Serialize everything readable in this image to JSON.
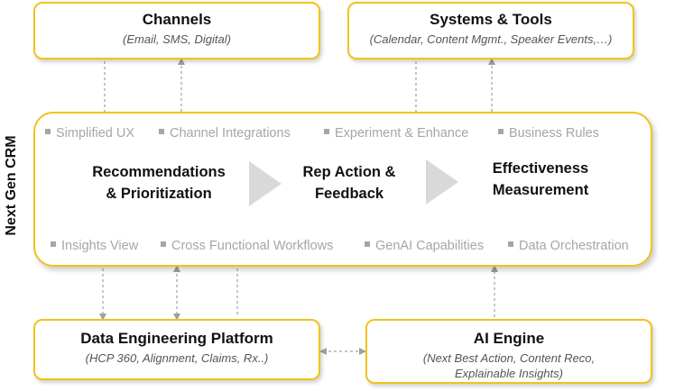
{
  "side_label": "Next Gen CRM",
  "channels": {
    "title": "Channels",
    "subtitle": "(Email, SMS, Digital)"
  },
  "systems": {
    "title": "Systems & Tools",
    "subtitle": "(Calendar, Content Mgmt., Speaker Events,…)"
  },
  "crm": {
    "top_features": [
      "Simplified UX",
      "Channel Integrations",
      "Experiment & Enhance",
      "Business Rules"
    ],
    "bottom_features": [
      "Insights View",
      "Cross Functional Workflows",
      "GenAI Capabilities",
      "Data Orchestration"
    ],
    "steps": [
      {
        "line1": "Recommendations",
        "line2": "& Prioritization"
      },
      {
        "line1": "Rep Action &",
        "line2": "Feedback"
      },
      {
        "line1": "Effectiveness",
        "line2": "Measurement"
      }
    ]
  },
  "data_engineering": {
    "title": "Data Engineering Platform",
    "subtitle": "(HCP 360, Alignment, Claims, Rx..)"
  },
  "ai_engine": {
    "title": "AI Engine",
    "subtitle_line1": "(Next Best Action, Content Reco,",
    "subtitle_line2": "Explainable Insights)"
  },
  "colors": {
    "accent_border": "#f2c21b",
    "feature_text": "#a6a6a6",
    "chevron": "#d9d9d9",
    "connector": "#a0a0a0"
  }
}
